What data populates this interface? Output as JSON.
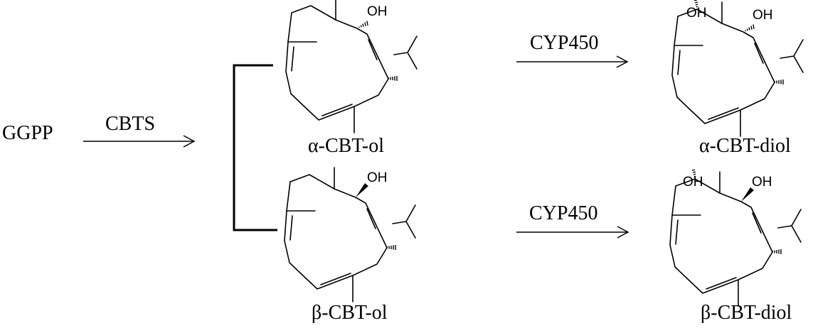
{
  "start": {
    "label": "GGPP"
  },
  "step1": {
    "enzyme": "CBTS"
  },
  "intermediates": [
    {
      "name": "α-CBT-ol",
      "oh_label": "OH"
    },
    {
      "name": "β-CBT-ol",
      "oh_label": "OH"
    }
  ],
  "step2": [
    {
      "enzyme": "CYP450"
    },
    {
      "enzyme": "CYP450"
    }
  ],
  "products": [
    {
      "name": "α-CBT-diol",
      "oh_label_1": "OH",
      "oh_label_2": "OH"
    },
    {
      "name": "β-CBT-diol",
      "oh_label_1": "OH",
      "oh_label_2": "OH"
    }
  ]
}
